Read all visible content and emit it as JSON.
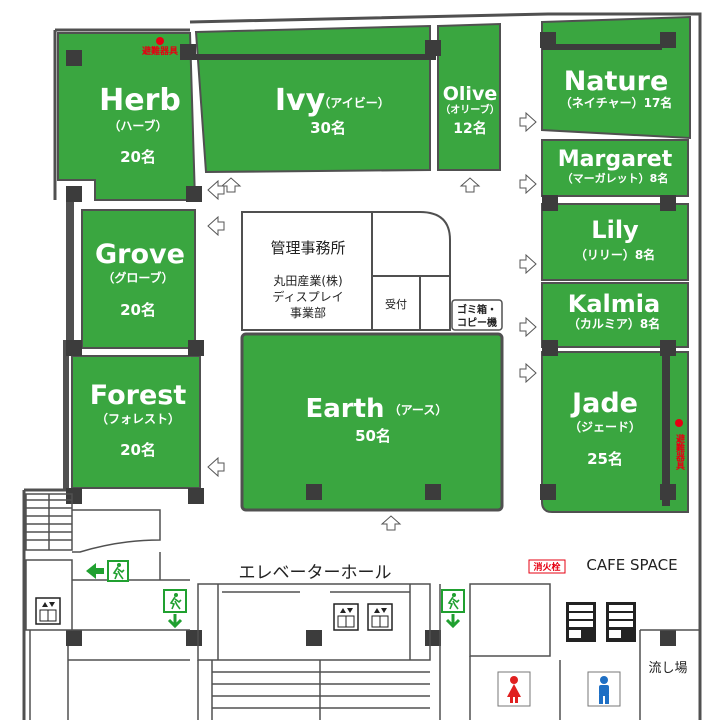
{
  "colors": {
    "room": "#3aa640",
    "wall": "#505050",
    "pillar": "#3c3c3c",
    "background": "#ffffff",
    "fire": "#e60012",
    "exit_green": "#20a030",
    "male": "#1e6fc4",
    "female": "#e02020"
  },
  "rooms": [
    {
      "name": "Herb",
      "kana": "（ハーブ）",
      "capacity": "20名"
    },
    {
      "name": "Ivy",
      "kana": "（アイビー）",
      "capacity": "30名"
    },
    {
      "name": "Olive",
      "kana": "（オリーブ）",
      "capacity": "12名"
    },
    {
      "name": "Nature",
      "kana": "（ネイチャー）",
      "capacity": "17名"
    },
    {
      "name": "Margaret",
      "kana": "（マーガレット）",
      "capacity": "8名"
    },
    {
      "name": "Lily",
      "kana": "（リリー）",
      "capacity": "8名"
    },
    {
      "name": "Kalmia",
      "kana": "（カルミア）",
      "capacity": "8名"
    },
    {
      "name": "Grove",
      "kana": "（グローブ）",
      "capacity": "20名"
    },
    {
      "name": "Forest",
      "kana": "（フォレスト）",
      "capacity": "20名"
    },
    {
      "name": "Earth",
      "kana": "（アース）",
      "capacity": "50名"
    },
    {
      "name": "Jade",
      "kana": "（ジェード）",
      "capacity": "25名"
    }
  ],
  "office": {
    "title": "管理事務所",
    "company_line1": "丸田産業(株)",
    "company_line2": "ディスプレイ",
    "company_line3": "事業部",
    "reception": "受付"
  },
  "trash_copy": {
    "line1": "ゴミ箱・",
    "line2": "コピー機"
  },
  "evacuation": {
    "top_label": "避難器具",
    "side_label": "避難器具"
  },
  "elevator_hall": "エレベーターホール",
  "cafe": "CAFE SPACE",
  "hydrant": "消火栓",
  "sink": "流し場",
  "icons": [
    "exit-sign-icon",
    "elevator-icon",
    "vending-machine-icon",
    "male-toilet-icon",
    "female-toilet-icon",
    "door-arrow-icon"
  ]
}
